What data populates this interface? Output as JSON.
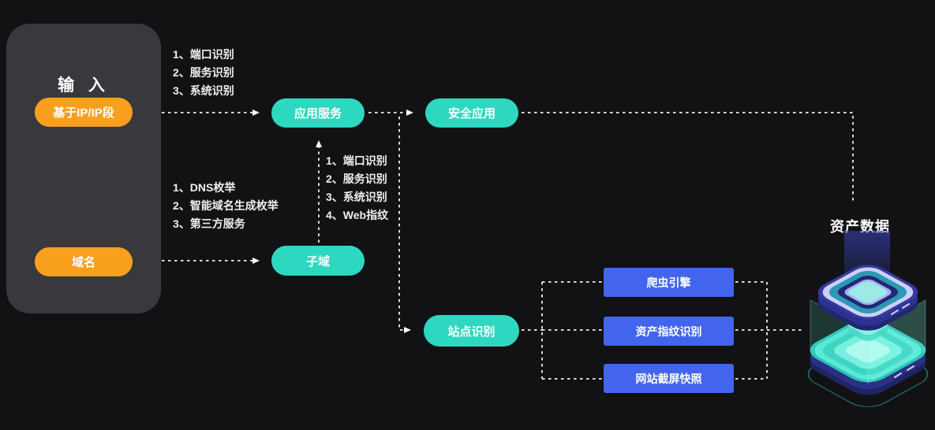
{
  "panel": {
    "title": "输 入"
  },
  "nodes": {
    "ip": {
      "label": "基于IP/IP段",
      "color": "#F8A01E"
    },
    "domain": {
      "label": "域名",
      "color": "#F8A01E"
    },
    "app_service": {
      "label": "应用服务",
      "color": "#2ED8C0"
    },
    "security_app": {
      "label": "安全应用",
      "color": "#2ED8C0"
    },
    "subdomain": {
      "label": "子域",
      "color": "#2ED8C0"
    },
    "site_identify": {
      "label": "站点识别",
      "color": "#2ED8C0"
    },
    "crawler_engine": {
      "label": "爬虫引擎",
      "color": "#4365ED"
    },
    "asset_fingerprint": {
      "label": "资产指纹识别",
      "color": "#4365ED"
    },
    "site_screenshot": {
      "label": "网站截屏快照",
      "color": "#4365ED"
    },
    "asset_data": {
      "label": "资产数据"
    }
  },
  "annotations": {
    "ip_steps": [
      "1、端口识别",
      "2、服务识别",
      "3、系统识别"
    ],
    "domain_steps": [
      "1、DNS枚举",
      "2、智能域名生成枚举",
      "3、第三方服务"
    ],
    "subdomain_steps": [
      "1、端口识别",
      "2、服务识别",
      "3、系统识别",
      "4、Web指纹"
    ]
  },
  "colors": {
    "background": "#121214",
    "panel_bg": "#39393D",
    "orange": "#F8A01E",
    "teal": "#2ED8C0",
    "blue": "#4365ED",
    "dash_line": "#D8D8D8"
  }
}
